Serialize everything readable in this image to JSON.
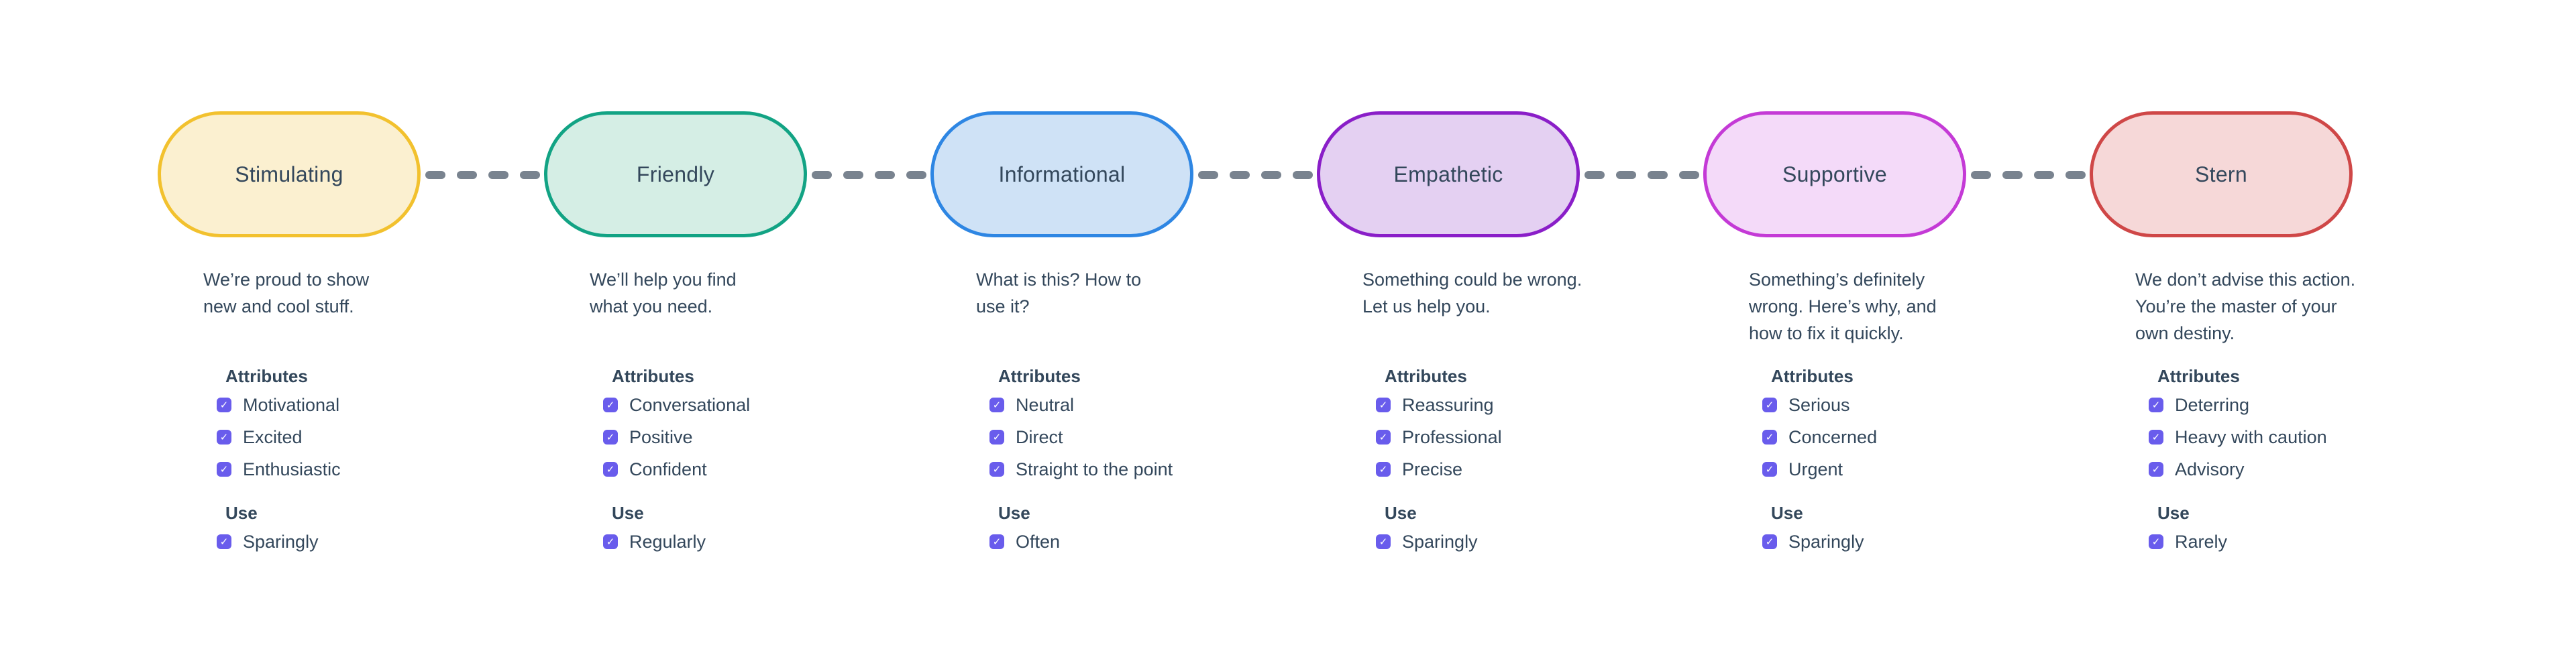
{
  "labels": {
    "attributes": "Attributes",
    "use": "Use"
  },
  "connector": {
    "color": "#79838F",
    "dash_count": 4,
    "style": "dashed"
  },
  "checkbox": {
    "color": "#695CEC",
    "check_icon": "✓",
    "checked": true
  },
  "text_color": "#33475B",
  "columns": [
    {
      "title": "Stimulating",
      "pill_border": "#F2C12E",
      "pill_fill": "#FBF0D0",
      "description_lines": [
        "We’re proud to show",
        "new and cool stuff."
      ],
      "attributes": [
        "Motivational",
        "Excited",
        "Enthusiastic"
      ],
      "use": "Sparingly"
    },
    {
      "title": "Friendly",
      "pill_border": "#12A384",
      "pill_fill": "#D5EEE5",
      "description_lines": [
        "We’ll help you find",
        "what you need."
      ],
      "attributes": [
        "Conversational",
        "Positive",
        "Confident"
      ],
      "use": "Regularly"
    },
    {
      "title": "Informational",
      "pill_border": "#2E86E3",
      "pill_fill": "#CFE2F6",
      "description_lines": [
        "What is this? How to",
        "use it?"
      ],
      "attributes": [
        "Neutral",
        "Direct",
        "Straight to the point"
      ],
      "use": "Often"
    },
    {
      "title": "Empathetic",
      "pill_border": "#8A1EC8",
      "pill_fill": "#E4D0F2",
      "description_lines": [
        "Something could be wrong.",
        "Let us help you."
      ],
      "attributes": [
        "Reassuring",
        "Professional",
        "Precise"
      ],
      "use": "Sparingly"
    },
    {
      "title": "Supportive",
      "pill_border": "#C43AD6",
      "pill_fill": "#F4DAF9",
      "description_lines": [
        "Something’s definitely",
        "wrong. Here’s why, and",
        "how to fix it quickly."
      ],
      "attributes": [
        "Serious",
        "Concerned",
        "Urgent"
      ],
      "use": "Sparingly"
    },
    {
      "title": "Stern",
      "pill_border": "#CF4747",
      "pill_fill": "#F6D8D8",
      "description_lines": [
        "We don’t advise this action.",
        "You’re the master of your",
        "own destiny."
      ],
      "attributes": [
        "Deterring",
        "Heavy with caution",
        "Advisory"
      ],
      "use": "Rarely"
    }
  ]
}
